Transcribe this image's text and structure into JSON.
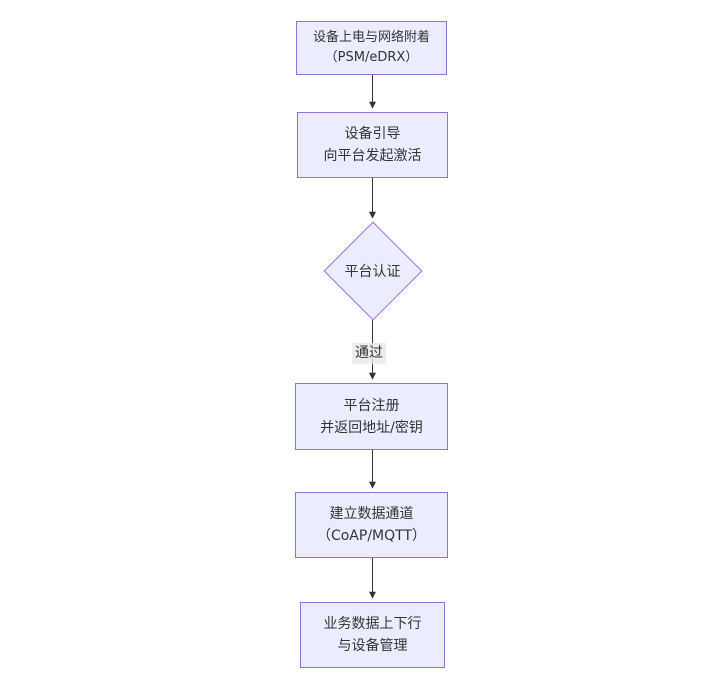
{
  "diagram": {
    "type": "flowchart",
    "direction": "top-down",
    "colors": {
      "node_fill": "#ececff",
      "node_border": "#9370db",
      "text": "#333333",
      "edge": "#333333",
      "edge_label_bg": "#e8e8e8",
      "background": "#ffffff"
    },
    "nodes": {
      "power": {
        "line1": "设备上电与网络附着",
        "line2": "（PSM/eDRX）"
      },
      "bootstrap": {
        "line1": "设备引导",
        "line2": "向平台发起激活"
      },
      "auth": {
        "label": "平台认证"
      },
      "register": {
        "line1": "平台注册",
        "line2": "并返回地址/密钥"
      },
      "channel": {
        "line1": "建立数据通道",
        "line2": "（CoAP/MQTT）"
      },
      "business": {
        "line1": "业务数据上下行",
        "line2": "与设备管理"
      }
    },
    "edges": {
      "pass_label": "通过"
    }
  }
}
